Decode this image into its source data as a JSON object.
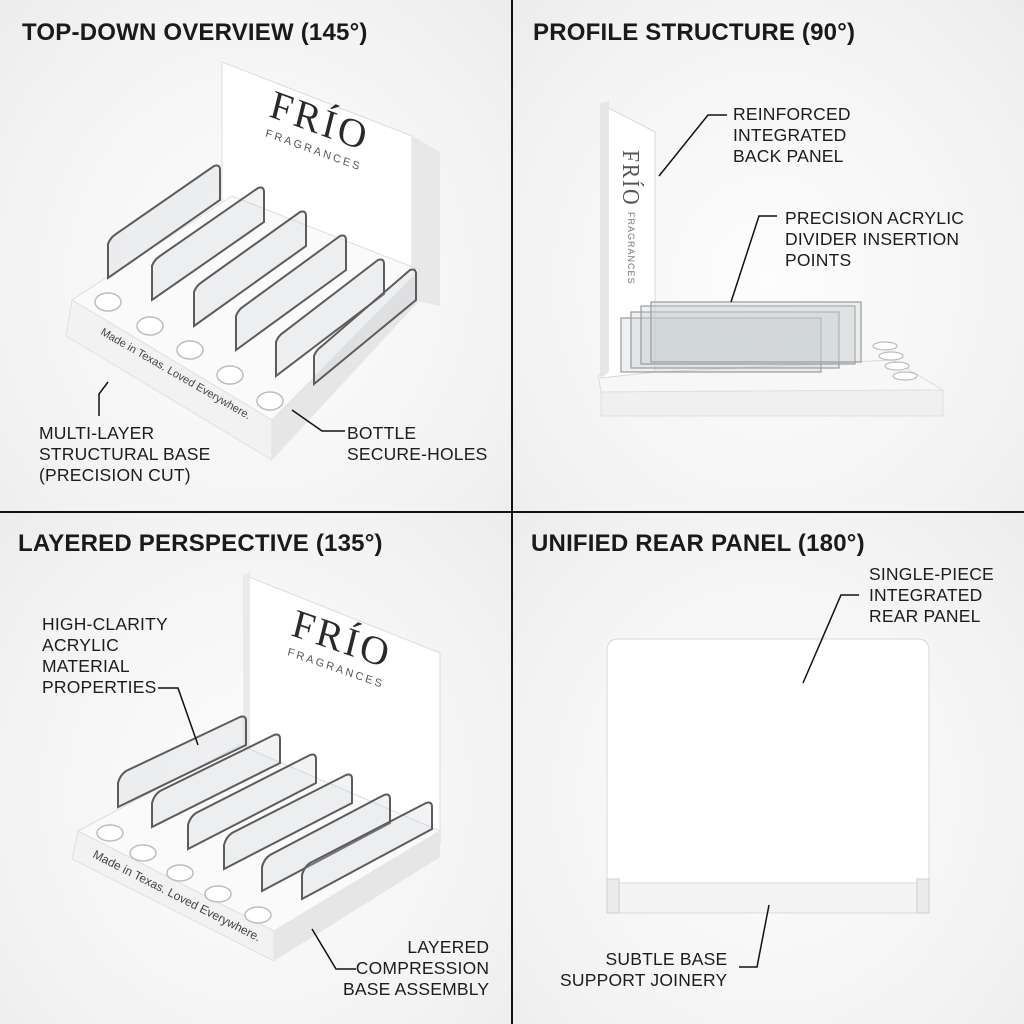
{
  "panels": [
    {
      "title": "TOP-DOWN OVERVIEW (145°)",
      "callouts": {
        "base": "MULTI-LAYER\nSTRUCTURAL BASE\n(PRECISION CUT)",
        "holes": "BOTTLE\nSECURE-HOLES"
      }
    },
    {
      "title": "PROFILE STRUCTURE (90°)",
      "callouts": {
        "back_panel": "REINFORCED\nINTEGRATED\nBACK PANEL",
        "dividers": "PRECISION ACRYLIC\nDIVIDER INSERTION\nPOINTS"
      }
    },
    {
      "title": "LAYERED PERSPECTIVE (135°)",
      "callouts": {
        "acrylic": "HIGH-CLARITY\nACRYLIC\nMATERIAL\nPROPERTIES",
        "base_assembly": "LAYERED\nCOMPRESSION\nBASE ASSEMBLY"
      }
    },
    {
      "title": "UNIFIED REAR PANEL (180°)",
      "callouts": {
        "rear_panel": "SINGLE-PIECE\nINTEGRATED\nREAR PANEL",
        "joinery": "SUBTLE BASE\nSUPPORT JOINERY"
      }
    }
  ],
  "brand": {
    "logo": "FRÍO",
    "logo_sub": "FRAGRANCES",
    "logo_side": "FRÍO",
    "logo_side_sub": "FRAGRANCES"
  },
  "base_engraving": "Made in Texas. Loved Everywhere."
}
